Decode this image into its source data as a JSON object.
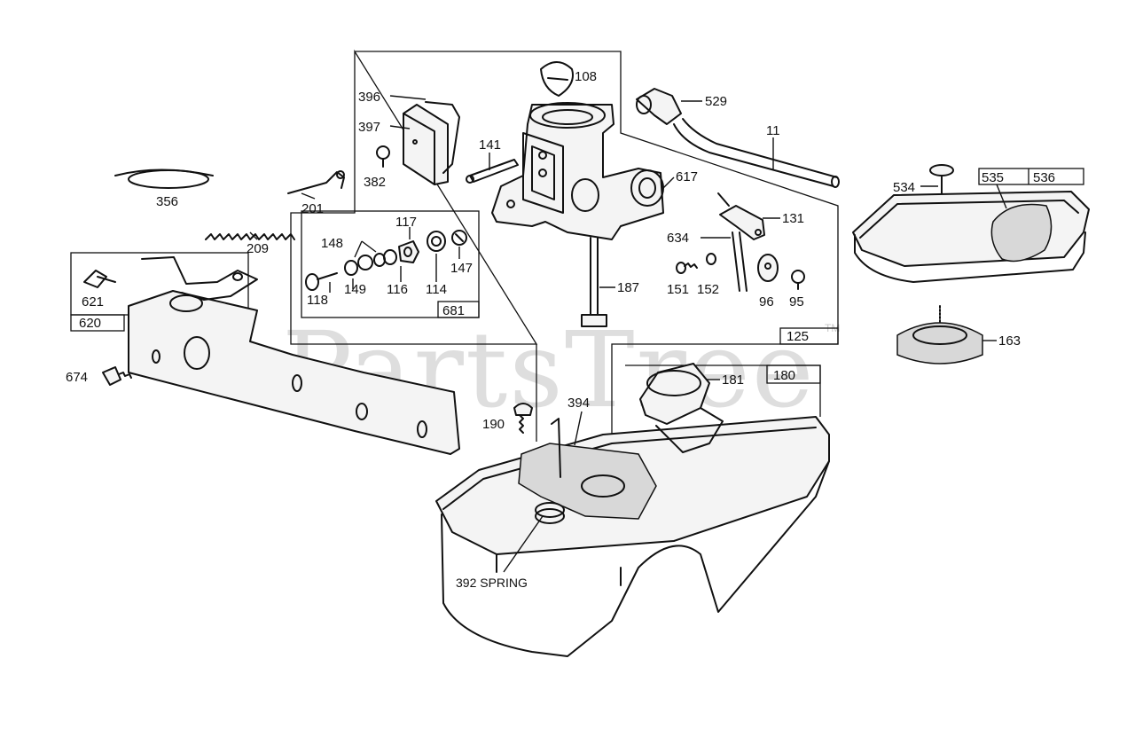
{
  "watermark": {
    "text": "PartsTree",
    "trademark": "TM"
  },
  "parts": {
    "p108": "108",
    "p396": "396",
    "p397": "397",
    "p382": "382",
    "p141": "141",
    "p529": "529",
    "p11": "11",
    "p356": "356",
    "p201": "201",
    "p209": "209",
    "p117": "117",
    "p148": "148",
    "p147": "147",
    "p114": "114",
    "p116": "116",
    "p149": "149",
    "p118": "118",
    "p681": "681",
    "p617": "617",
    "p131": "131",
    "p634": "634",
    "p151": "151",
    "p152": "152",
    "p96": "96",
    "p95": "95",
    "p187": "187",
    "p125": "125",
    "p534": "534",
    "p535": "535",
    "p536": "536",
    "p163": "163",
    "p621": "621",
    "p620": "620",
    "p674": "674",
    "p181": "181",
    "p180": "180",
    "p394": "394",
    "p190": "190",
    "p392": "392 SPRING"
  }
}
